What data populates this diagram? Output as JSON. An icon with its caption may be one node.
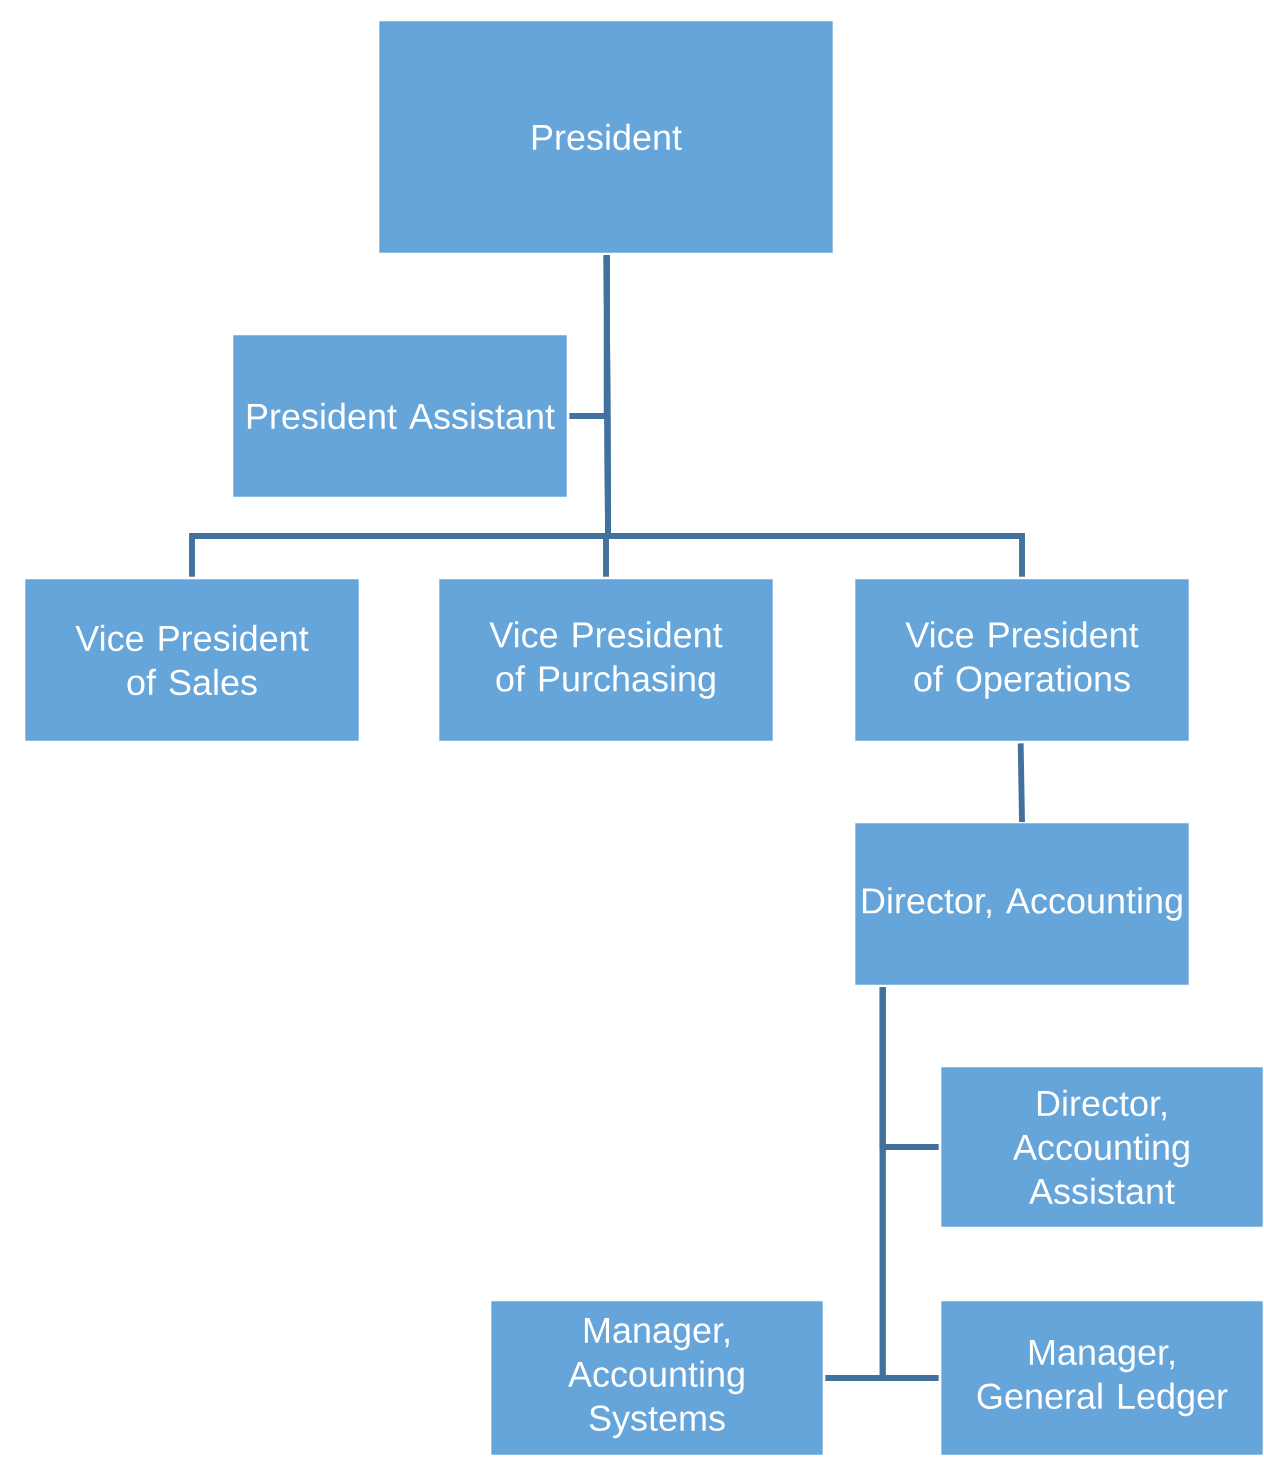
{
  "diagram": {
    "nodes": [
      {
        "text": [
          "President"
        ]
      },
      {
        "text": [
          "President Assistant"
        ]
      },
      {
        "text": [
          "Vice President of Sales"
        ]
      },
      {
        "text": [
          "Vice President of Purchasing"
        ]
      },
      {
        "text": [
          "Vice President of Operations"
        ]
      },
      {
        "text": [
          "Director, Accounting"
        ]
      },
      {
        "text": [
          "Director, Accounting Assistant"
        ]
      },
      {
        "text": [
          "Manager, Accounting Systems"
        ]
      },
      {
        "text": [
          "Manager, General Ledger"
        ]
      }
    ],
    "edges": [
      {
        "from": 0,
        "to": 1,
        "arrow": "none"
      },
      {
        "from": 0,
        "to": 2,
        "arrow": "none"
      },
      {
        "from": 0,
        "to": 3,
        "arrow": "none"
      },
      {
        "from": 0,
        "to": 4,
        "arrow": "none"
      },
      {
        "from": 4,
        "to": 5,
        "arrow": "none"
      },
      {
        "from": 5,
        "to": 6,
        "arrow": "none"
      },
      {
        "from": 5,
        "to": 7,
        "arrow": "none"
      },
      {
        "from": 5,
        "to": 8,
        "arrow": "none"
      }
    ]
  }
}
